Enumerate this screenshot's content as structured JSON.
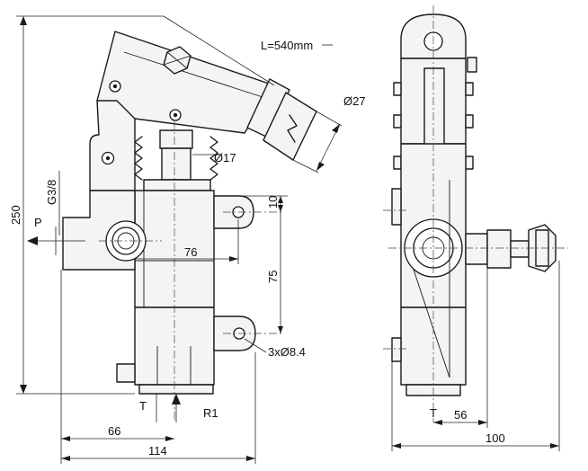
{
  "labels": {
    "lever_length": "L=540mm",
    "lever_diameter": "Ø27",
    "bellows_diameter": "Ø17",
    "port_thread": "G3/8",
    "port_pressure": "P",
    "port_tank_front": "T",
    "port_tank_side": "T",
    "return_port": "R1",
    "mount_holes": "3xØ8.4"
  },
  "dimensions": {
    "total_height": "250",
    "top_offset": "10",
    "hole_spacing_vertical": "75",
    "hole_offset_horizontal": "76",
    "front_center_width": "66",
    "front_total_width": "114",
    "side_center_width": "56",
    "side_total_width": "100"
  }
}
